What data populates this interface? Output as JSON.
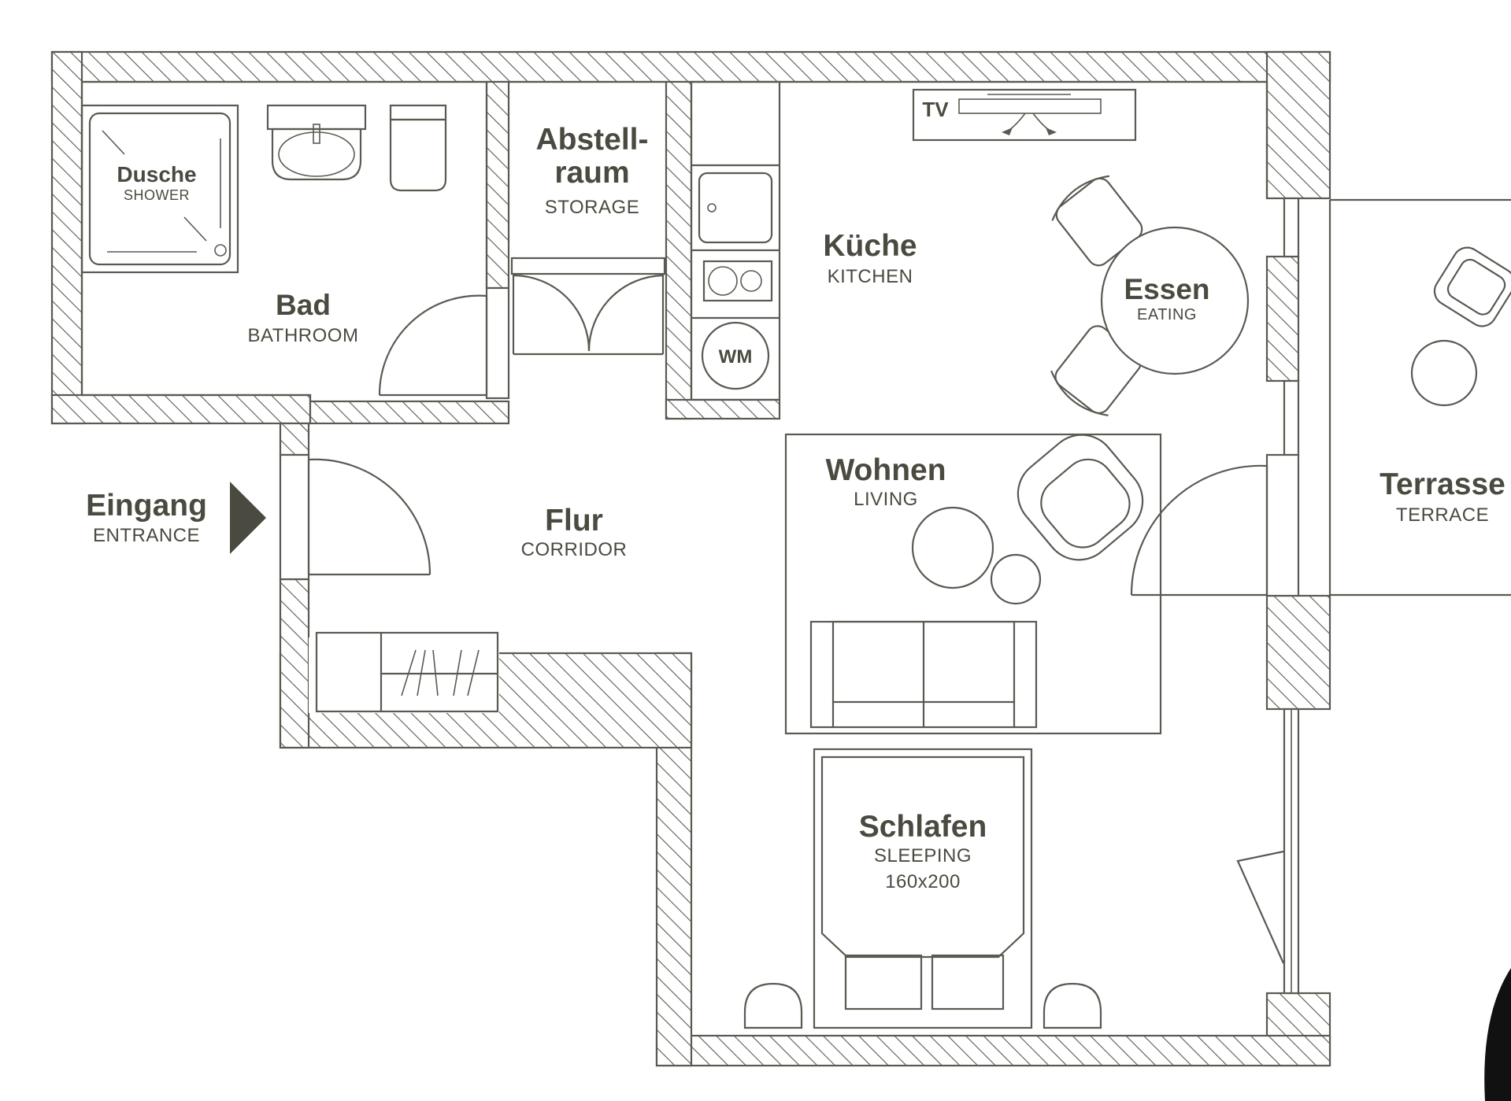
{
  "rooms": {
    "shower": {
      "name": "Dusche",
      "sub": "SHOWER"
    },
    "bathroom": {
      "name": "Bad",
      "sub": "BATHROOM"
    },
    "storage": {
      "name1": "Abstell-",
      "name2": "raum",
      "sub": "STORAGE"
    },
    "kitchen": {
      "name": "Küche",
      "sub": "KITCHEN"
    },
    "eating": {
      "name": "Essen",
      "sub": "EATING"
    },
    "living": {
      "name": "Wohnen",
      "sub": "LIVING"
    },
    "corridor": {
      "name": "Flur",
      "sub": "CORRIDOR"
    },
    "entrance": {
      "name": "Eingang",
      "sub": "ENTRANCE"
    },
    "terrace": {
      "name": "Terrasse",
      "sub": "TERRACE"
    },
    "sleeping": {
      "name": "Schlafen",
      "sub": "SLEEPING",
      "bed_size": "160x200"
    }
  },
  "appliances": {
    "tv": "TV",
    "washing_machine": "WM"
  },
  "colors": {
    "line": "#5a5a52",
    "text": "#4b4a40",
    "background": "#ffffff"
  }
}
